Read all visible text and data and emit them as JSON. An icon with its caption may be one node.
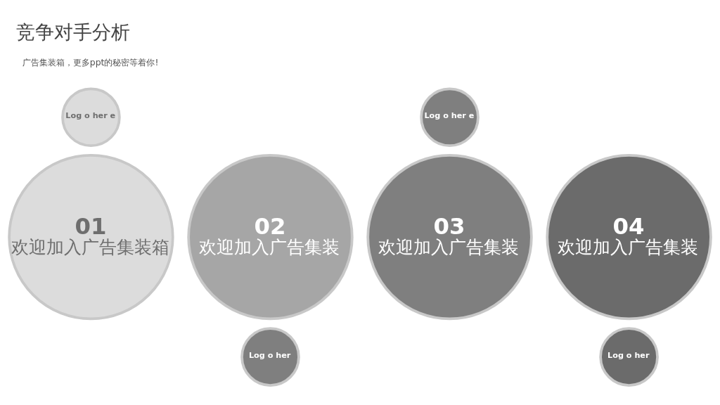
{
  "diagram": {
    "title": "竞争对手分析",
    "nodes": [
      {
        "text": [
          "Log o her e"
        ]
      },
      {
        "text": [
          "01",
          "欢迎加入广告集装箱"
        ]
      },
      {
        "text": [
          "02",
          "欢迎加入广告集装"
        ]
      },
      {
        "text": [
          "Log o her"
        ]
      },
      {
        "text": [
          "Log o her e"
        ]
      },
      {
        "text": [
          "03",
          "欢迎加入广告集装"
        ]
      },
      {
        "text": [
          "04",
          "欢迎加入广告集装"
        ]
      },
      {
        "text": [
          "Log o her"
        ]
      }
    ],
    "labels": [
      "广告集装箱，更多ppt的秘密等着你!"
    ]
  }
}
